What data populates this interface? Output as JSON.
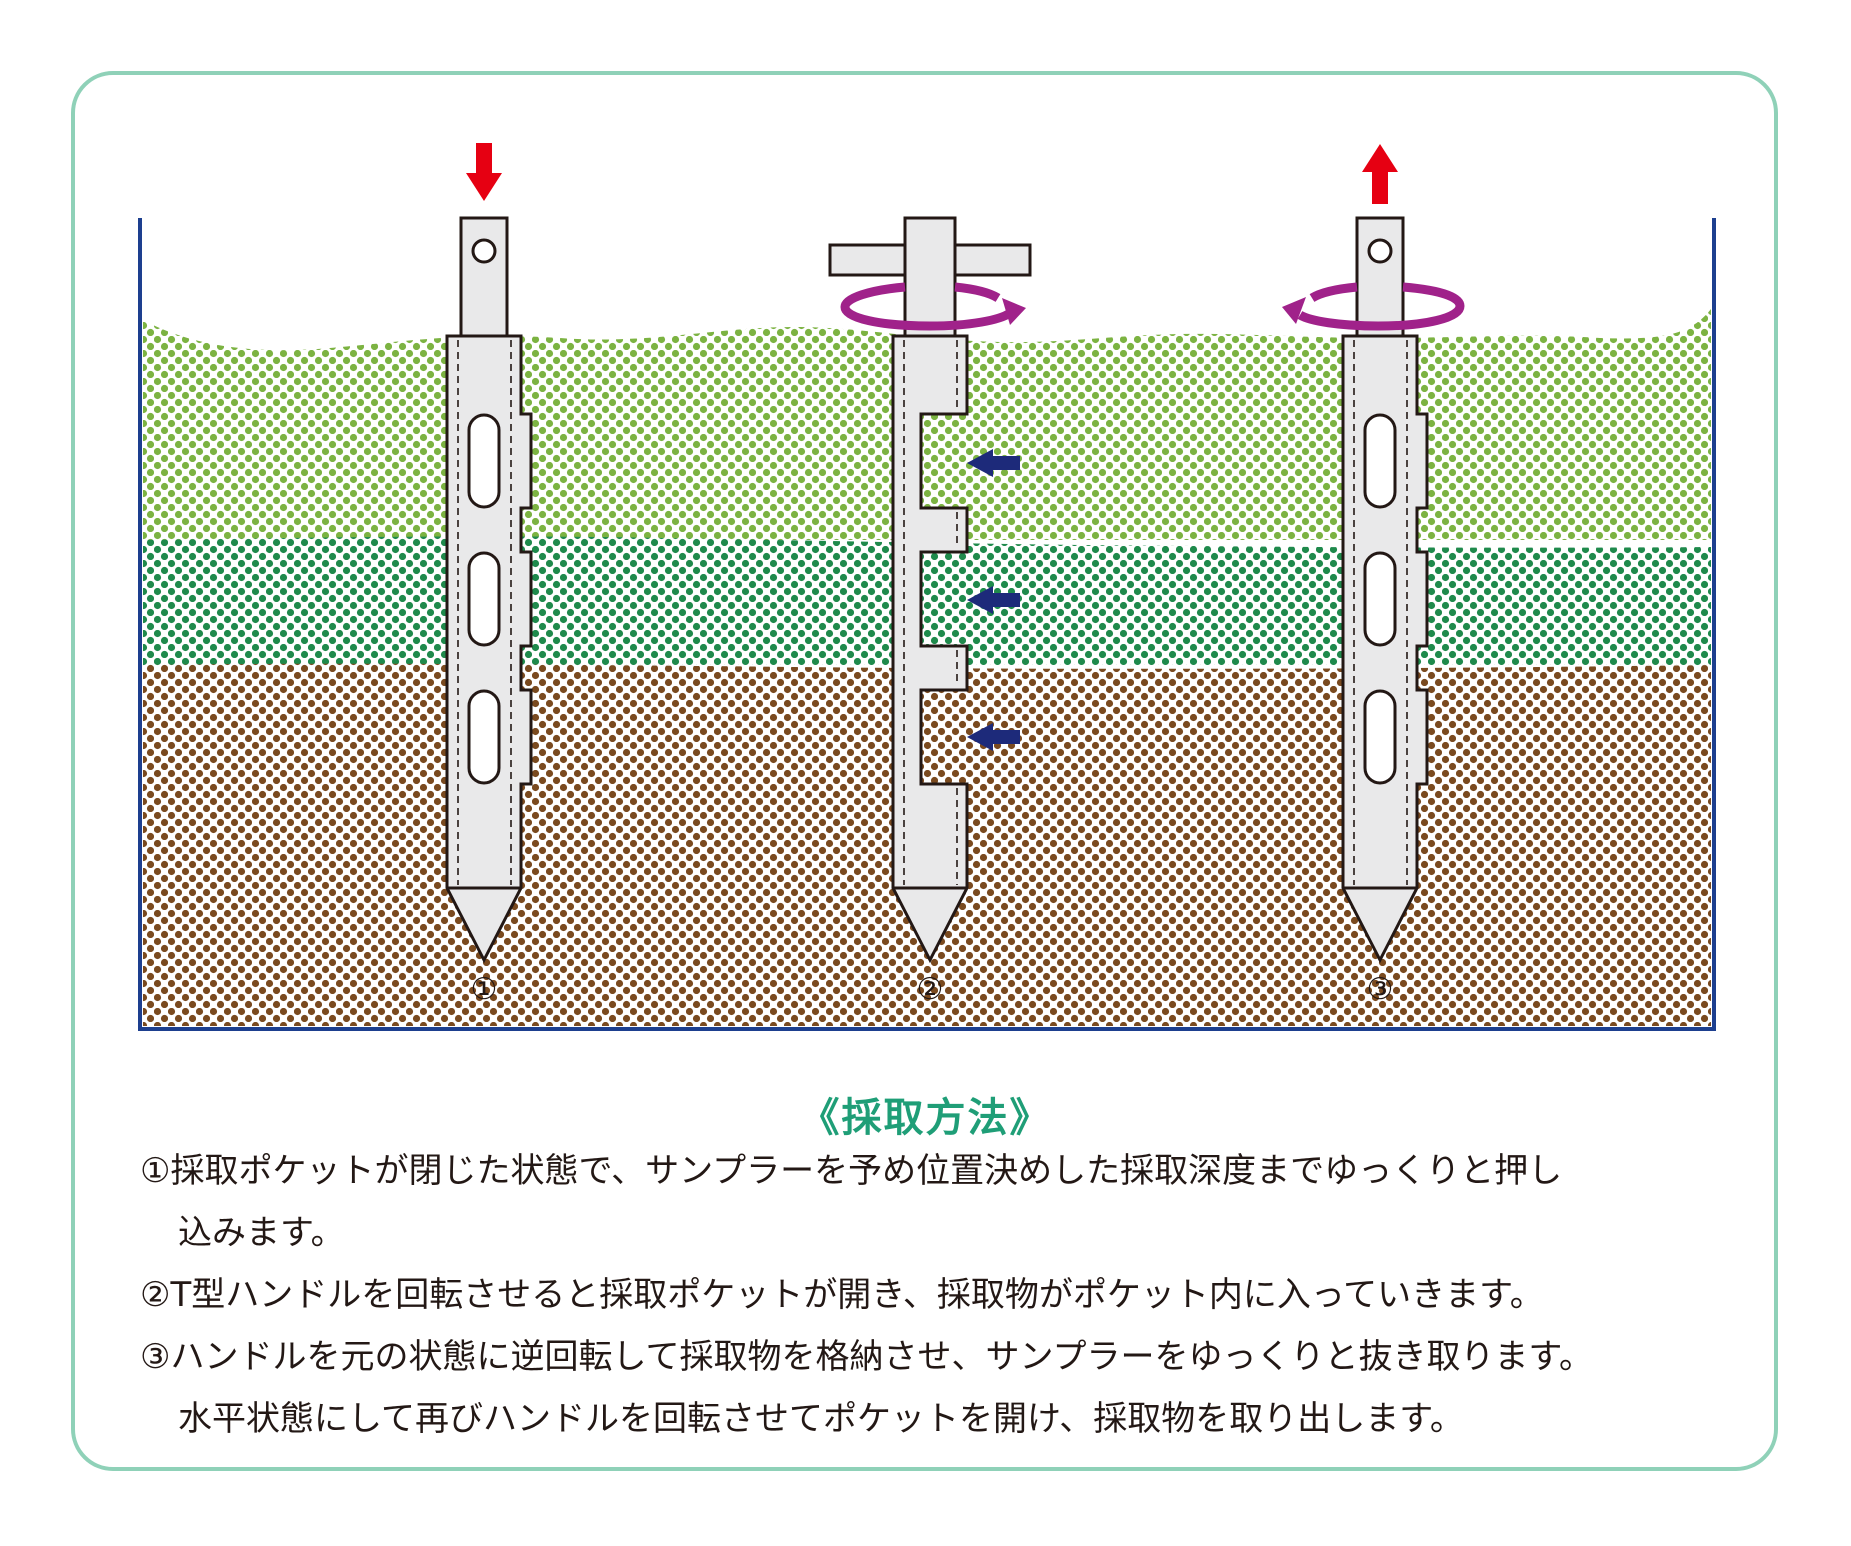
{
  "diagram": {
    "labels": [
      "①",
      "②",
      "③"
    ],
    "colors": {
      "frame_border": "#8fd1b8",
      "container": "#1d3f8f",
      "soil_top": "#7cb342",
      "soil_middle": "#1f8a4c",
      "soil_bottom": "#7a4a1f",
      "push_arrow": "#e60012",
      "rotate_arrow": "#a0228a",
      "intake_arrow": "#1d2a7a",
      "sampler_fill": "#e9e9ea",
      "sampler_outline": "#231815"
    },
    "icons": {
      "push": "down-arrow-icon",
      "pull": "up-arrow-icon",
      "rotate": "rotation-arrow-icon",
      "intake": "left-arrow-icon"
    }
  },
  "method": {
    "title": "《採取方法》",
    "steps": [
      {
        "line1": "①採取ポケットが閉じた状態で、サンプラーを予め位置決めした採取深度までゆっくりと押し",
        "line2": "込みます。"
      },
      {
        "line1": "②T型ハンドルを回転させると採取ポケットが開き、採取物がポケット内に入っていきます。",
        "line2": ""
      },
      {
        "line1": "③ハンドルを元の状態に逆回転して採取物を格納させ、サンプラーをゆっくりと抜き取ります。",
        "line2": "水平状態にして再びハンドルを回転させてポケットを開け、採取物を取り出します。"
      }
    ]
  }
}
